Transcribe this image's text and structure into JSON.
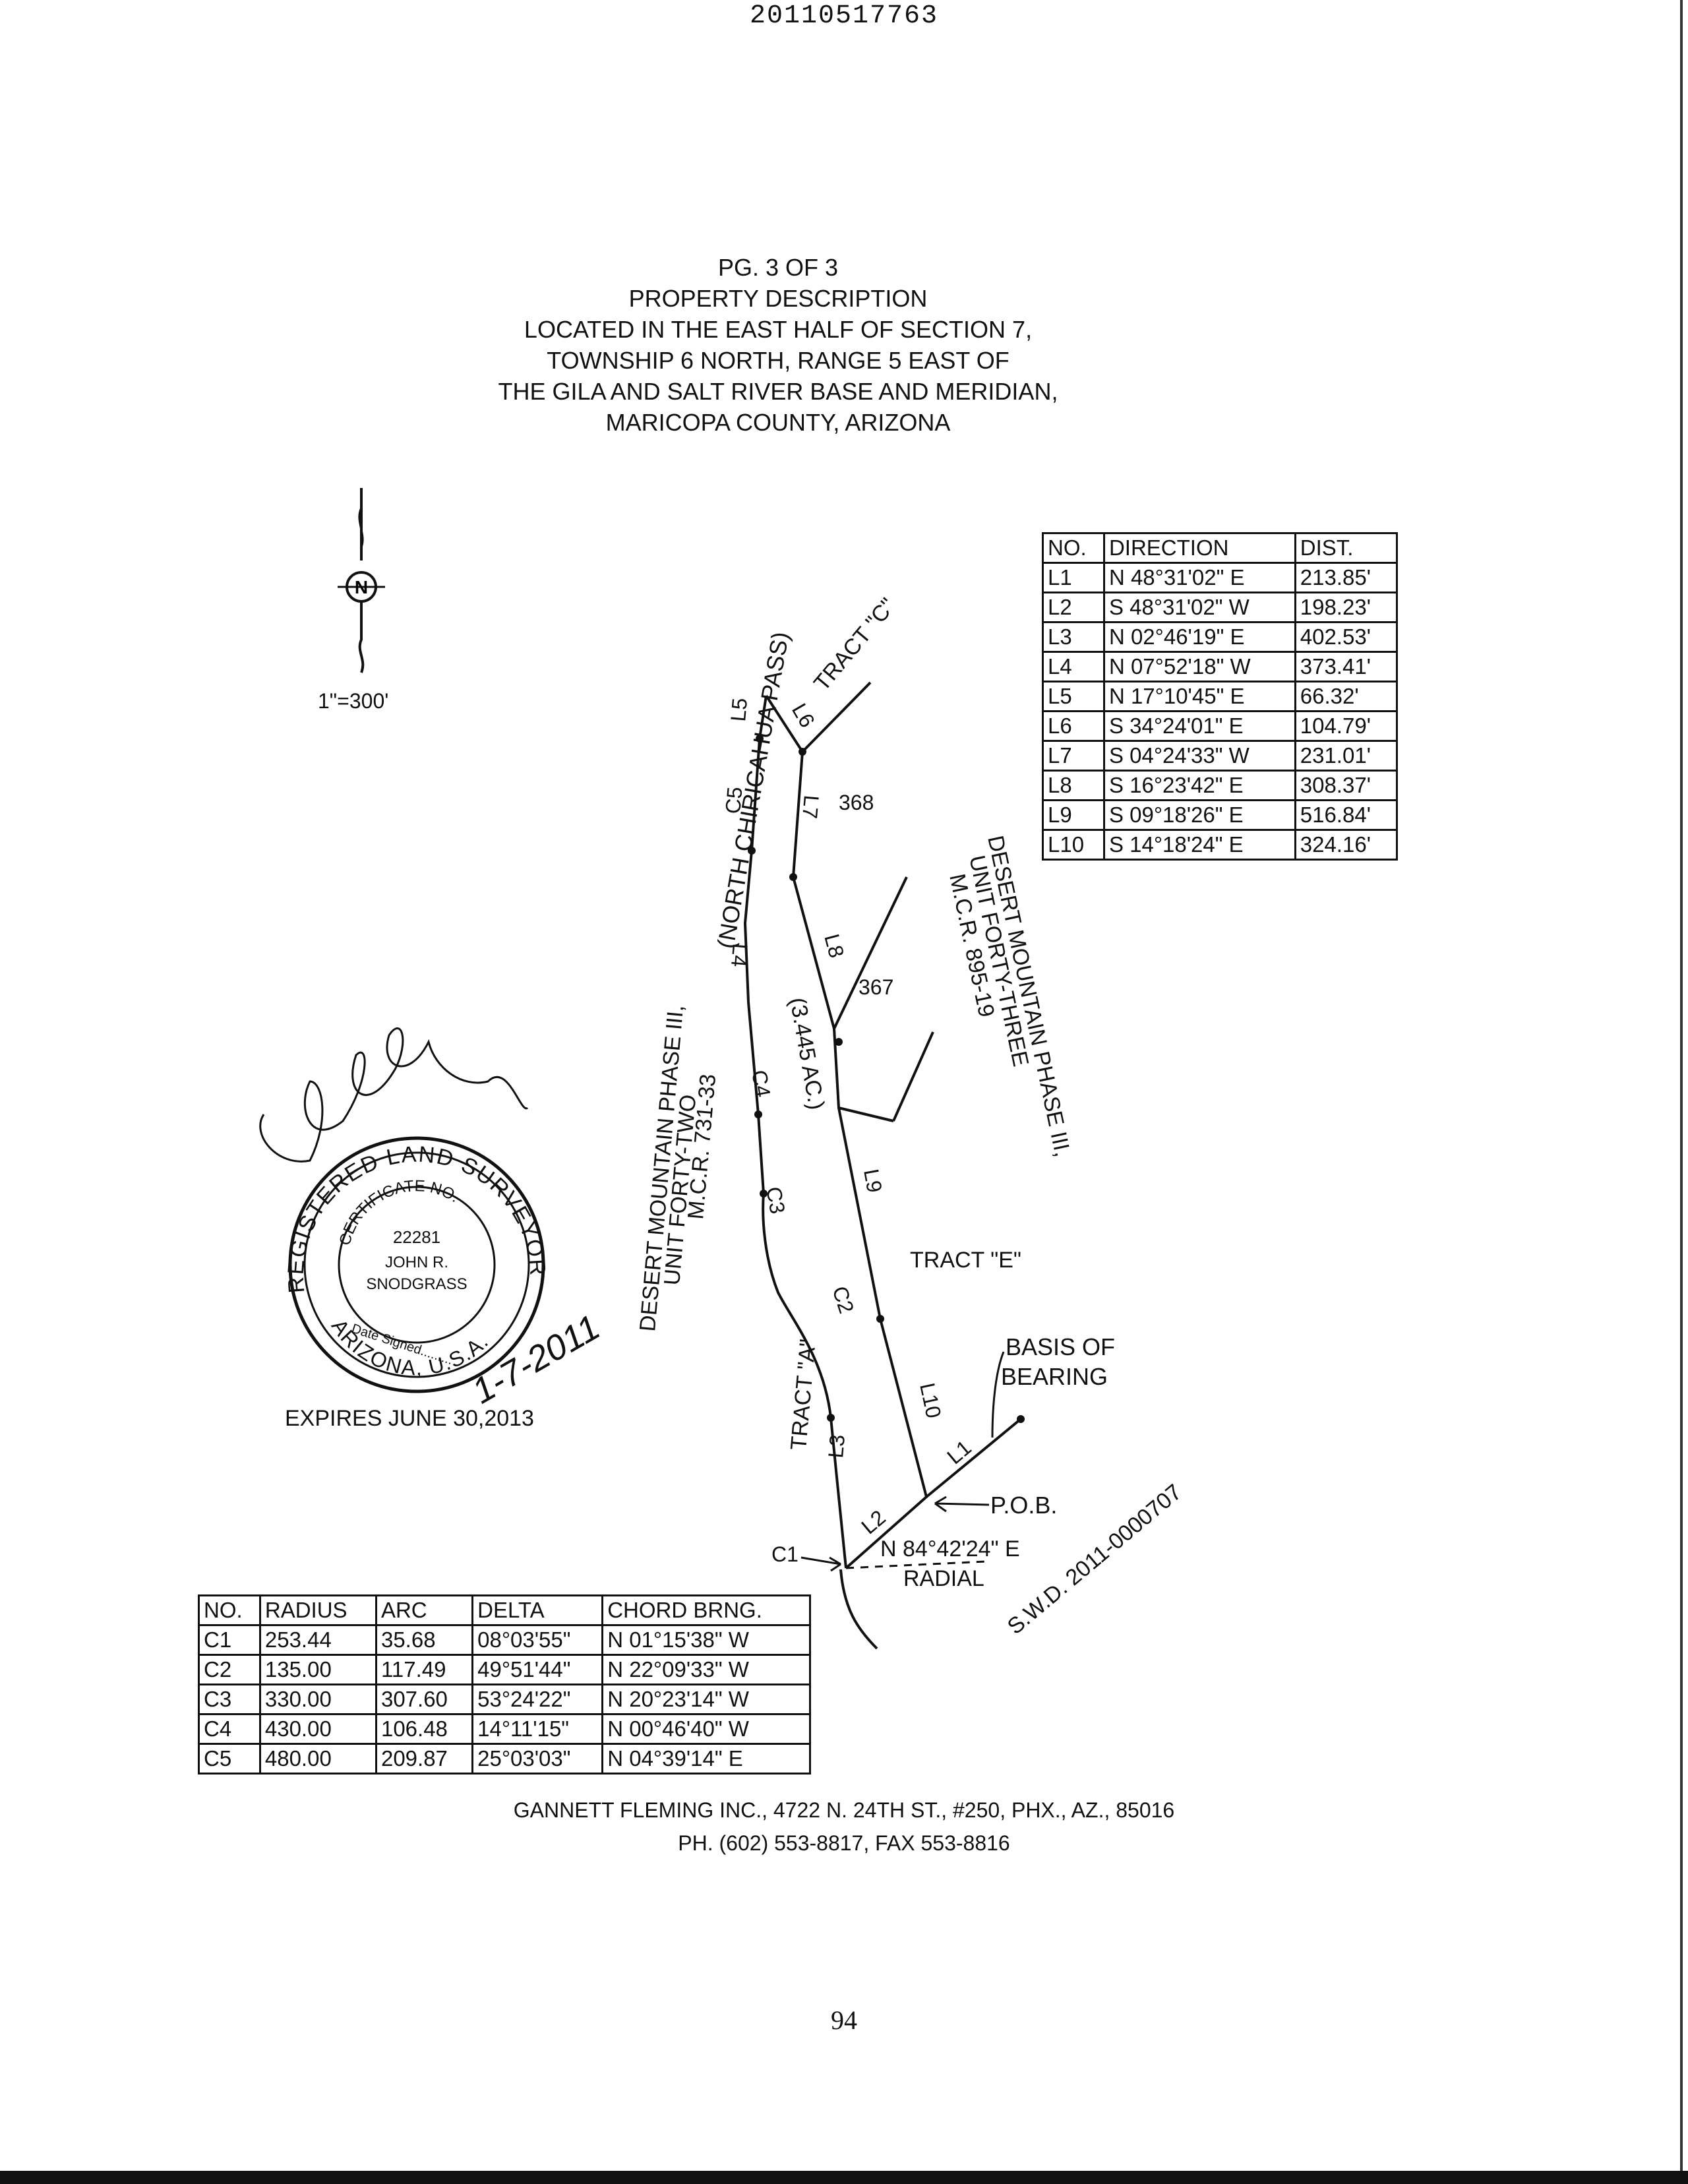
{
  "document_number": "20110517763",
  "title": {
    "page": "PG. 3 OF 3",
    "heading": "PROPERTY DESCRIPTION",
    "line1": "LOCATED IN THE EAST HALF OF SECTION 7,",
    "line2": "TOWNSHIP 6 NORTH, RANGE 5 EAST OF",
    "line3": "THE GILA AND SALT RIVER BASE AND MERIDIAN,",
    "line4": "MARICOPA COUNTY, ARIZONA"
  },
  "north_arrow": {
    "letter": "N",
    "scale": "1\"=300'"
  },
  "line_table": {
    "headers": [
      "NO.",
      "DIRECTION",
      "DIST."
    ],
    "rows": [
      [
        "L1",
        "N 48°31'02\" E",
        "213.85'"
      ],
      [
        "L2",
        "S 48°31'02\" W",
        "198.23'"
      ],
      [
        "L3",
        "N 02°46'19\" E",
        "402.53'"
      ],
      [
        "L4",
        "N 07°52'18\" W",
        "373.41'"
      ],
      [
        "L5",
        "N 17°10'45\" E",
        "66.32'"
      ],
      [
        "L6",
        "S 34°24'01\" E",
        "104.79'"
      ],
      [
        "L7",
        "S 04°24'33\" W",
        "231.01'"
      ],
      [
        "L8",
        "S 16°23'42\" E",
        "308.37'"
      ],
      [
        "L9",
        "S 09°18'26\" E",
        "516.84'"
      ],
      [
        "L10",
        "S 14°18'24\" E",
        "324.16'"
      ]
    ]
  },
  "curve_table": {
    "headers": [
      "NO.",
      "RADIUS",
      "ARC",
      "DELTA",
      "CHORD BRNG."
    ],
    "rows": [
      [
        "C1",
        "253.44",
        "35.68",
        "08°03'55\"",
        "N 01°15'38\" W"
      ],
      [
        "C2",
        "135.00",
        "117.49",
        "49°51'44\"",
        "N 22°09'33\" W"
      ],
      [
        "C3",
        "330.00",
        "307.60",
        "53°24'22\"",
        "N 20°23'14\" W"
      ],
      [
        "C4",
        "430.00",
        "106.48",
        "14°11'15\"",
        "N 00°46'40\" W"
      ],
      [
        "C5",
        "480.00",
        "209.87",
        "25°03'03\"",
        "N 04°39'14\" E"
      ]
    ]
  },
  "drawing_labels": {
    "street": "(NORTH CHIRICAHUA PASS)",
    "tract_c": "TRACT \"C\"",
    "tract_a": "TRACT \"A\"",
    "tract_e": "TRACT \"E\"",
    "lot_368": "368",
    "lot_367": "367",
    "area": "(3.445 AC.)",
    "dm43_line1": "DESERT MOUNTAIN PHASE III,",
    "dm43_line2": "UNIT FORTY-THREE",
    "dm43_line3": "M.C.R. 895-19",
    "dm42_line1": "DESERT MOUNTAIN PHASE III,",
    "dm42_line2": "UNIT FORTY-TWO",
    "dm42_line3": "M.C.R. 731-33",
    "basis_line1": "BASIS OF",
    "basis_line2": "BEARING",
    "pob": "P.O.B.",
    "radial_bearing": "N 84°42'24\" E",
    "radial": "RADIAL",
    "swd": "S.W.D. 2011-0000707",
    "L1": "L1",
    "L2": "L2",
    "L3": "L3",
    "L4": "L4",
    "L5": "L5",
    "L6": "L6",
    "L7": "L7",
    "L8": "L8",
    "L9": "L9",
    "L10": "L10",
    "C1": "C1",
    "C2": "C2",
    "C3": "C3",
    "C4": "C4",
    "C5": "C5"
  },
  "seal": {
    "ring_text": "REGISTERED LAND SURVEYOR",
    "inner_ring": "CERTIFICATE NO.",
    "number": "22281",
    "name1": "JOHN R.",
    "name2": "SNODGRASS",
    "date_signed": "Date Signed.........",
    "state": "ARIZONA, U.S.A.",
    "handwritten_date": "1-7-2011",
    "expires": "EXPIRES JUNE 30,2013"
  },
  "footer": {
    "line1": "GANNETT FLEMING INC., 4722 N. 24TH ST., #250, PHX., AZ., 85016",
    "line2": "PH. (602) 553-8817, FAX 553-8816"
  },
  "page_number": "94"
}
